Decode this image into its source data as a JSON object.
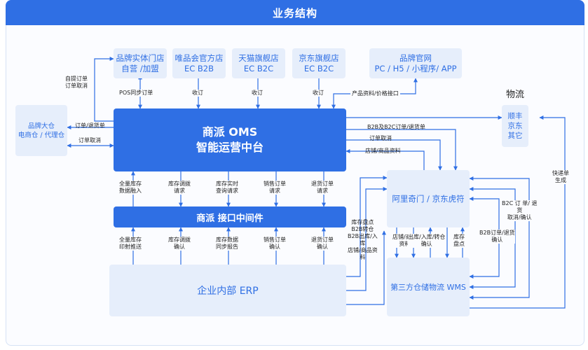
{
  "header": {
    "title": "业务结构"
  },
  "channels": [
    {
      "line1": "品牌实体门店",
      "line2": "自营 /加盟"
    },
    {
      "line1": "唯品会官方店",
      "line2": "EC B2B"
    },
    {
      "line1": "天猫旗舰店",
      "line2": "EC B2C"
    },
    {
      "line1": "京东旗舰店",
      "line2": "EC B2C"
    },
    {
      "line1": "品牌官网",
      "line2": "PC / H5 / 小程序/ APP"
    }
  ],
  "warehouse": {
    "line1": "品牌大仓",
    "line2": "电商仓 / 代理仓"
  },
  "oms": {
    "line1": "商派 OMS",
    "line2": "智能运营中台"
  },
  "middleware": {
    "title": "商派 接口中间件"
  },
  "erp": {
    "title": "企业内部 ERP"
  },
  "qimen": {
    "title": "阿里奇门 / 京东虎符"
  },
  "wms": {
    "title": "第三方仓储物流 WMS"
  },
  "logistics": {
    "title": "物流",
    "items": [
      "顺丰",
      "京东",
      "其它"
    ]
  },
  "labels": {
    "pos_order": "POS同步订单",
    "receive1": "收订",
    "receive2": "收订",
    "receive3": "收订",
    "product_info": "产品资料/价格接口",
    "self_pickup": [
      "自提订单",
      "订单取消"
    ],
    "order_return": "订单/退货单",
    "order_cancel_left": "订单取消",
    "b2b_b2c": "B2B及B2C订单/退货单",
    "order_cancel_right": "订单取消",
    "shop_product": "店铺/商品资料",
    "full_stock": [
      "全量库存",
      "数据融入"
    ],
    "stock_transfer_req": [
      "库存调拨",
      "请求"
    ],
    "stock_realtime": [
      "库存实时",
      "查询请求"
    ],
    "sales_order_req": [
      "销售订单",
      "请求"
    ],
    "return_order_req": [
      "退货订单",
      "请求"
    ],
    "full_stock_push": [
      "全量库存",
      "印射推送"
    ],
    "stock_transfer_confirm": [
      "库存调拨",
      "确认"
    ],
    "stock_data_sync": [
      "库存数据",
      "同步报告"
    ],
    "sales_order_confirm": [
      "销售订单",
      "确认"
    ],
    "return_order_confirm": [
      "退货订单",
      "确认"
    ],
    "erp_qimen": [
      "库存盘点",
      "B2B转仓",
      "B2B出库/入",
      "库",
      "店铺/商品资",
      "料"
    ],
    "wms_col1": [
      "店铺/商品",
      "资料"
    ],
    "wms_col2": [
      "出库/入库/转仓",
      "确认"
    ],
    "wms_col3": [
      "库存",
      "盘点"
    ],
    "b2c_return": [
      "B2C 订 单/ 退",
      "货",
      "取消/确认"
    ],
    "b2b_return": [
      "B2B订单/退货",
      "确认"
    ],
    "express_gen": [
      "快递单",
      "生成"
    ]
  }
}
